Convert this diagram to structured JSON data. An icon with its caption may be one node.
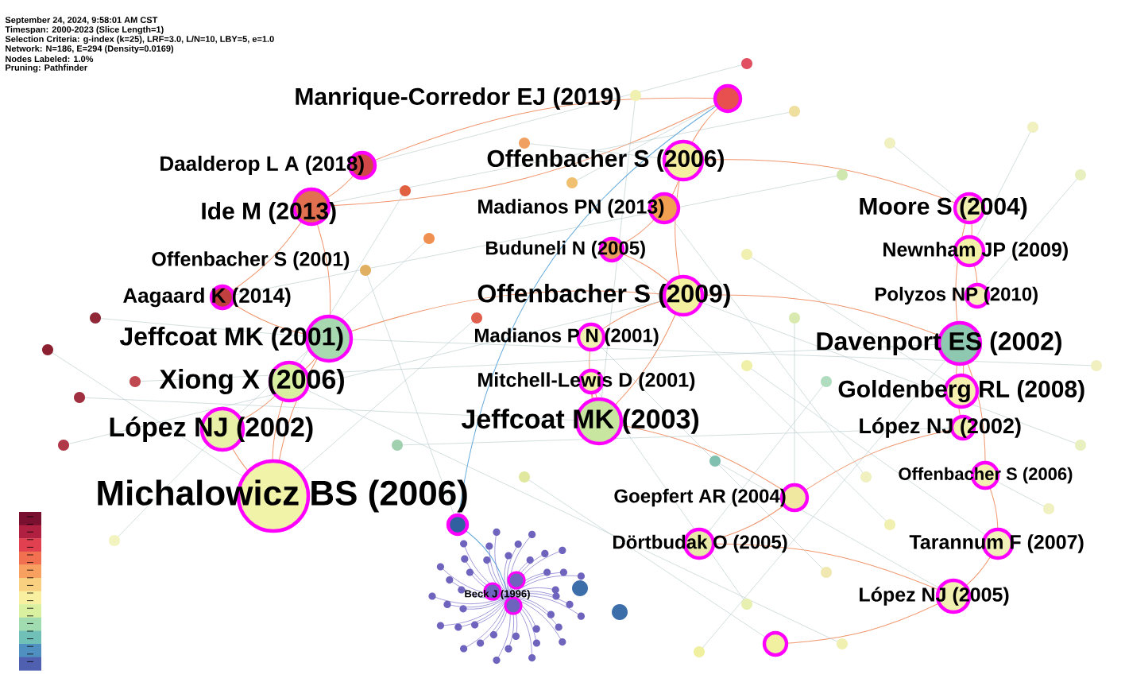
{
  "diagram": {
    "labels": [
      "September 24, 2024, 9:58:01 AM CST",
      "Timespan: 2000-2023 (Slice Length=1)",
      "Selection Criteria: g-index (k=25), LRF=3.0, L/N=10, LBY=5, e=1.0",
      "Network: N=186, E=294 (Density=0.0169)",
      "Nodes Labeled: 1.0%",
      "Pruning: Pathfinder",
      "Manrique-Corredor EJ (2019)",
      "Daalderop L A (2018)",
      "Offenbacher S (2006)",
      "Ide M (2013)",
      "Madianos PN (2013)",
      "Moore S (2004)",
      "Offenbacher S (2001)",
      "Buduneli N (2005)",
      "Newnham JP (2009)",
      "Aagaard K (2014)",
      "Offenbacher S (2009)",
      "Polyzos NP (2010)",
      "Jeffcoat MK (2001)",
      "Madianos P N (2001)",
      "Davenport ES (2002)",
      "Xiong X (2006)",
      "Mitchell-Lewis D (2001)",
      "Goldenberg RL (2008)",
      "López NJ (2002)",
      "Jeffcoat MK (2003)",
      "López NJ (2002)",
      "Michalowicz BS (2006)",
      "Offenbacher S (2006)",
      "Goepfert AR (2004)",
      "Dörtbudak O (2005)",
      "Tarannum F (2007)",
      "Beck J (1996)",
      "López NJ (2005)"
    ]
  }
}
